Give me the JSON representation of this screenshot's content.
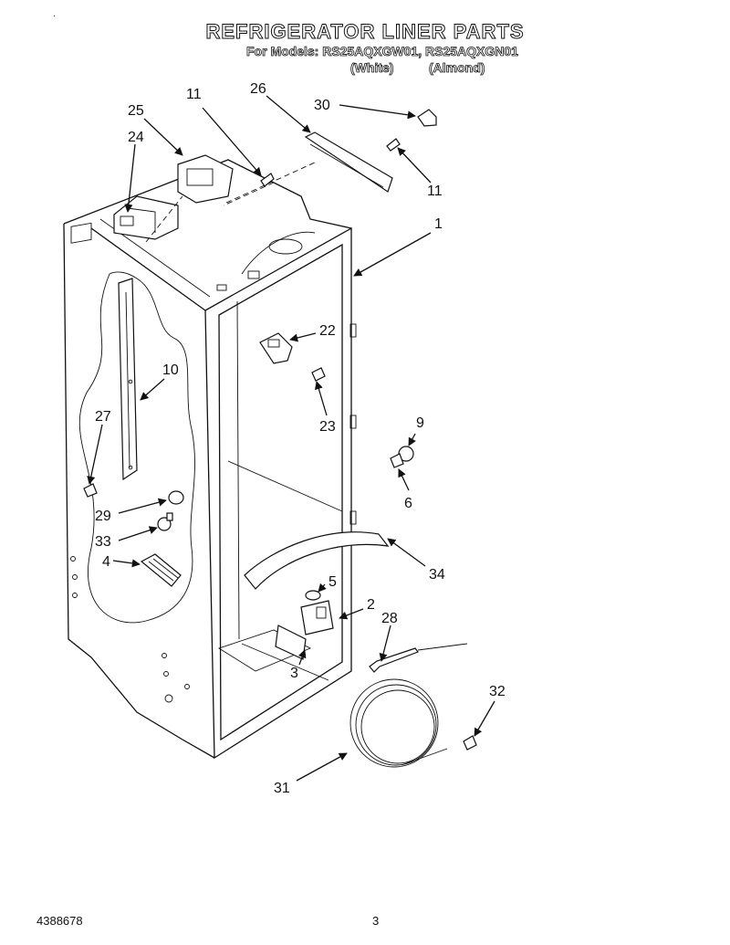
{
  "header": {
    "title": "REFRIGERATOR LINER PARTS",
    "models_line": "For Models: RS25AQXGW01, RS25AQXGN01",
    "variant_white": "(White)",
    "variant_almond": "(Almond)"
  },
  "footer": {
    "doc_number": "4388678",
    "page_number": "3"
  },
  "corner_mark": "·",
  "callouts": {
    "c1": "1",
    "c2": "2",
    "c3": "3",
    "c4": "4",
    "c5": "5",
    "c6": "6",
    "c9": "9",
    "c10": "10",
    "c11a": "11",
    "c11b": "11",
    "c22": "22",
    "c23": "23",
    "c24": "24",
    "c25": "25",
    "c26": "26",
    "c27": "27",
    "c28": "28",
    "c29": "29",
    "c30": "30",
    "c31": "31",
    "c32": "32",
    "c33": "33",
    "c34": "34"
  }
}
